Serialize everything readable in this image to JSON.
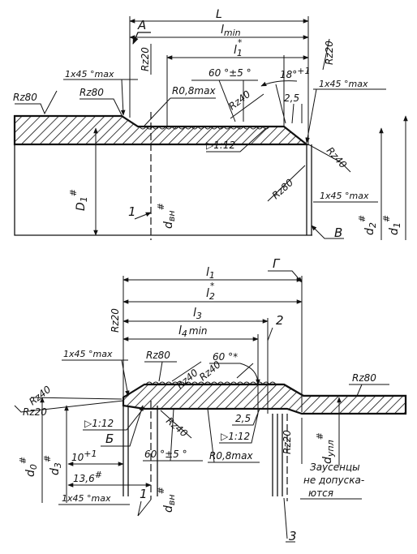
{
  "top_view": {
    "dim_L": "L",
    "dim_lmin": "l",
    "dim_lmin_sub": "min",
    "dim_l1": "l",
    "dim_l1_sub": "1",
    "dim_l1_star": "*",
    "label_A": "A",
    "rz20_left": "Rz20",
    "rz20_right": "Rz20",
    "chamfer_left": "1x45 °max",
    "rz80_surface": "Rz80",
    "rz80_chamfer": "Rz80",
    "thread_angle": "60 °±5 °",
    "r08": "R0,8max",
    "angle_18": "18°",
    "angle_18_sup": "+1",
    "chamfer_right": "1x45 °max",
    "rz40_a": "Rz40",
    "dim_25": "2,5",
    "taper": "▷1:12",
    "rz40_b": "Rz40",
    "rz80_bottom": "Rz80",
    "chamfer_bottom": "1x45 °max",
    "D1": "D",
    "D1_sub": "1",
    "D1_star": "#",
    "leader_1": "1",
    "d_vn": "d",
    "d_vn_sub": "вн",
    "d_vn_star": "#",
    "label_B": "B",
    "d2": "d",
    "d2_sub": "2",
    "d2_star": "#",
    "d1": "d",
    "d1_sub": "1",
    "d1_star": "#"
  },
  "bottom_view": {
    "dim_l1": "l",
    "dim_l1_sub": "1",
    "label_G": "Г",
    "dim_l2": "l",
    "dim_l2_sub": "2",
    "dim_l2_star": "*",
    "dim_l3": "l",
    "dim_l3_sub": "3",
    "leader_2": "2",
    "dim_l4": "l",
    "dim_l4_sub": "4",
    "dim_l4_min": "min",
    "rz20_left": "Rz20",
    "chamfer_top": "1x45 °max",
    "rz80_top": "Rz80",
    "angle_60": "60 °*",
    "rz40_a": "Rz40",
    "rz40_b": "Rz40",
    "rz80_right": "Rz80",
    "rz20_far_left": "Rz20",
    "taper_left": "▷1:12",
    "dim_25": "2,5",
    "label_B": "Б",
    "taper_right": "▷1:12",
    "rz40_c": "Rz40",
    "dim_10": "10",
    "dim_10_sup": "+1",
    "thread_angle": "60 °±5 °",
    "r08": "R0,8max",
    "rz20_mid": "Rz20",
    "d_upl": "d",
    "d_upl_sub": "упл",
    "d_upl_star": "#",
    "d0": "d",
    "d0_sub": "0",
    "d0_star": "#",
    "d3": "d",
    "d3_sub": "3",
    "d3_star": "#",
    "dim_136": "13,6",
    "dim_136_star": "#",
    "note_line1": "Заусенцы",
    "note_line2": "не допуска-",
    "note_line3": "ются",
    "chamfer_bottom": "1x45 °max",
    "leader_1": "1",
    "d_vn": "d",
    "d_vn_sub": "вн",
    "d_vn_star": "#",
    "leader_3": "3"
  }
}
